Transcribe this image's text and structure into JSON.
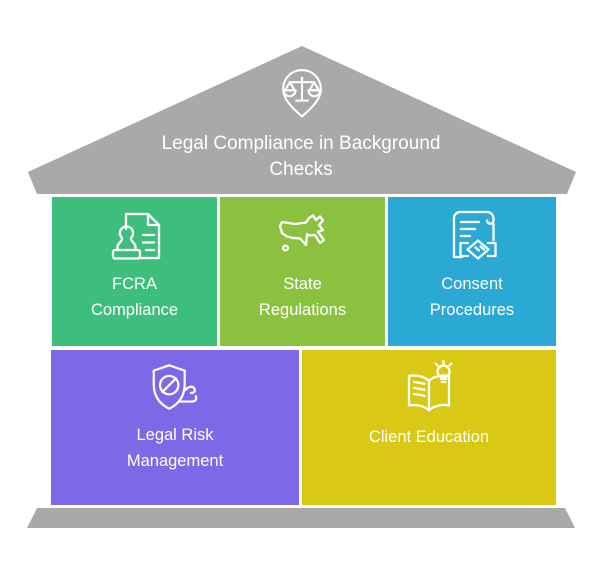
{
  "colors": {
    "background": "#FFFFFF",
    "structure_gray": "#A9A9A9",
    "text_white": "#FFFFFF",
    "icon_stroke": "#FFFFFF"
  },
  "roof": {
    "title": "Legal Compliance in Background\nChecks",
    "icon": "scales-location-pin-icon"
  },
  "cards": [
    {
      "label": "FCRA\nCompliance",
      "icon": "stamp-document-icon",
      "color": "#3EBE7D"
    },
    {
      "label": "State\nRegulations",
      "icon": "usa-map-icon",
      "color": "#8CC13F"
    },
    {
      "label": "Consent\nProcedures",
      "icon": "scroll-handshake-icon",
      "color": "#2AA9D5"
    },
    {
      "label": "Legal Risk\nManagement",
      "icon": "shield-wind-icon",
      "color": "#7D69E8"
    },
    {
      "label": "Client Education",
      "icon": "open-book-lightbulb-icon",
      "color": "#D9C814"
    }
  ]
}
